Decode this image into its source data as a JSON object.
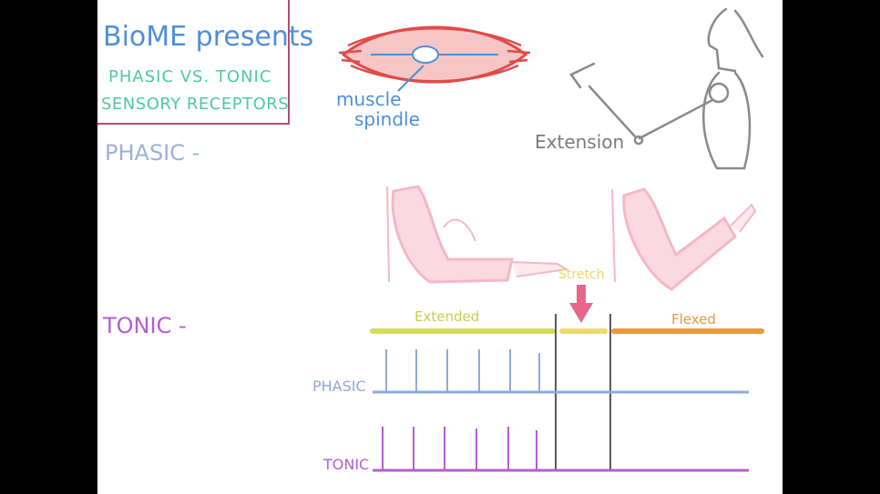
{
  "header": {
    "brand": "BioME presents",
    "subtitle_line1": "PHASIC VS. TONIC",
    "subtitle_line2": "SENSORY RECEPTORS"
  },
  "sections": {
    "phasic": "PHASIC -",
    "tonic": "TONIC -"
  },
  "spindle": {
    "label_line1": "muscle",
    "label_line2": "spindle"
  },
  "figure_label": "Extension",
  "timeline": {
    "extended": "Extended",
    "stretch": "Stretch",
    "flexed": "Flexed",
    "phasic_trace": "PHASIC",
    "tonic_trace": "TONIC"
  },
  "colors": {
    "blue": "#4f8fd8",
    "teal": "#4cc9a3",
    "brown": "#b0506a",
    "phasic": "#8fa9d8",
    "tonic": "#b45ed1",
    "extended": "#d6dc5a",
    "stretch": "#f0d86a",
    "flexed": "#e99a3c",
    "muscle": "#e24a4a",
    "arm": "#f4b8c8",
    "arrow": "#e8668a",
    "figure": "#8a8a8a"
  }
}
